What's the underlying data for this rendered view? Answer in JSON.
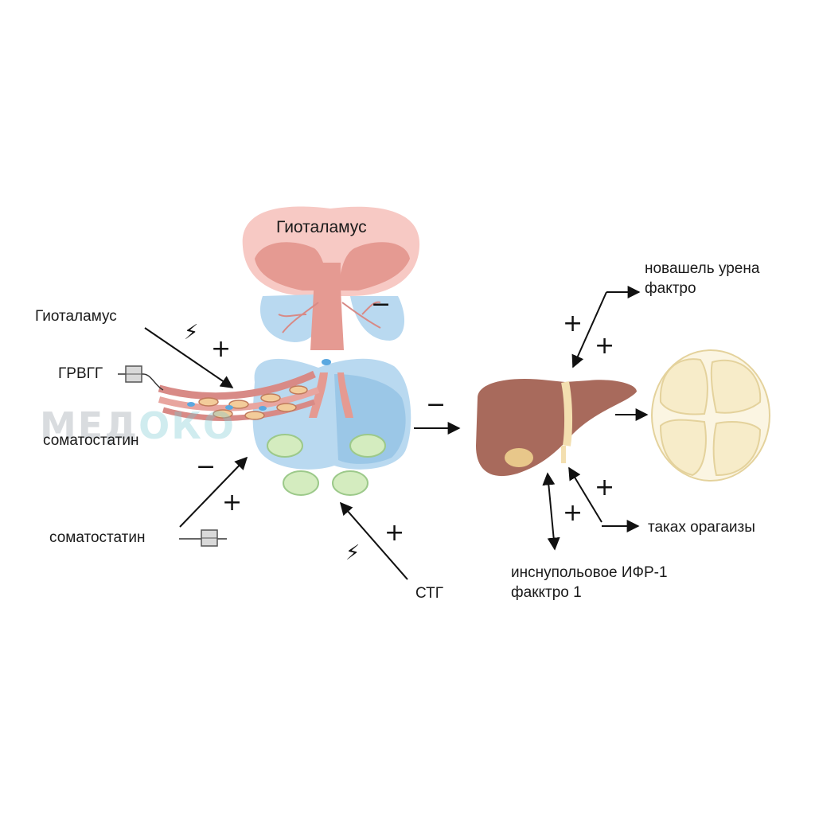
{
  "labels": {
    "hypothalamus_top": "Гиоталамус",
    "hypothalamus_left": "Гиоталамус",
    "grvgg": "ГРВГГ",
    "somatostatin_upper": "соматостатин",
    "somatostatin_lower": "соматостатин",
    "stg": "СТГ",
    "growth_factor_line1": "новашель урена",
    "growth_factor_line2": "фактро",
    "tissues": "таках орагаизы",
    "igf_line1": "инснупольовое ИФР-1",
    "igf_line2": "факктро 1"
  },
  "signs": {
    "plus": "+",
    "minus": "−",
    "bolt": "⚡"
  },
  "watermark": {
    "part1": "МЕД",
    "part2": "ОКО"
  },
  "colors": {
    "hypothalamus_fill": "#f7c9c4",
    "hypothalamus_inner": "#e59a92",
    "pituitary_fill": "#b9d9f0",
    "pituitary_dark": "#8fbfe2",
    "cell_fill": "#d4ecbf",
    "cell_stroke": "#9cc98a",
    "liver_fill": "#a86a5c",
    "liver_dark": "#8c5547",
    "gallbladder": "#e8c78a",
    "duct": "#f3dfb0",
    "fat_fill": "#f7ecc9",
    "fat_stroke": "#e4d29c",
    "vessel": "#d88a86",
    "arrow": "#111111"
  }
}
